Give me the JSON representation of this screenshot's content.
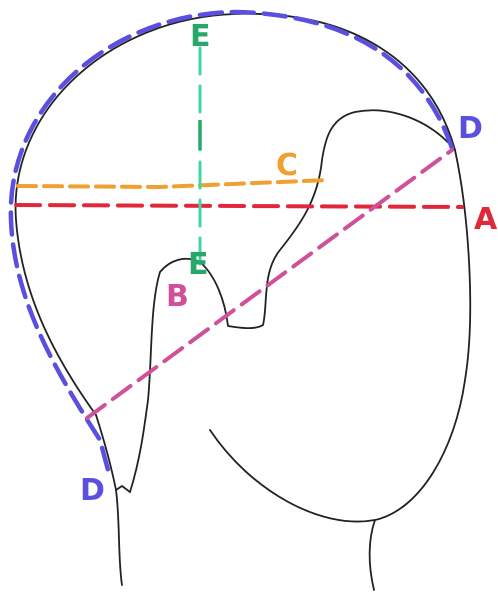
{
  "labels": {
    "A": "A",
    "B": "B",
    "C": "C",
    "D_top": "D",
    "D_bottom": "D",
    "E_top": "E",
    "E_bottom": "E"
  },
  "colors": {
    "outline": "#222222",
    "A": "#e0283a",
    "B": "#d0509a",
    "C": "#f0a030",
    "D": "#5b4fe0",
    "E": "#27a86a",
    "E_line": "#3fd6a8"
  }
}
